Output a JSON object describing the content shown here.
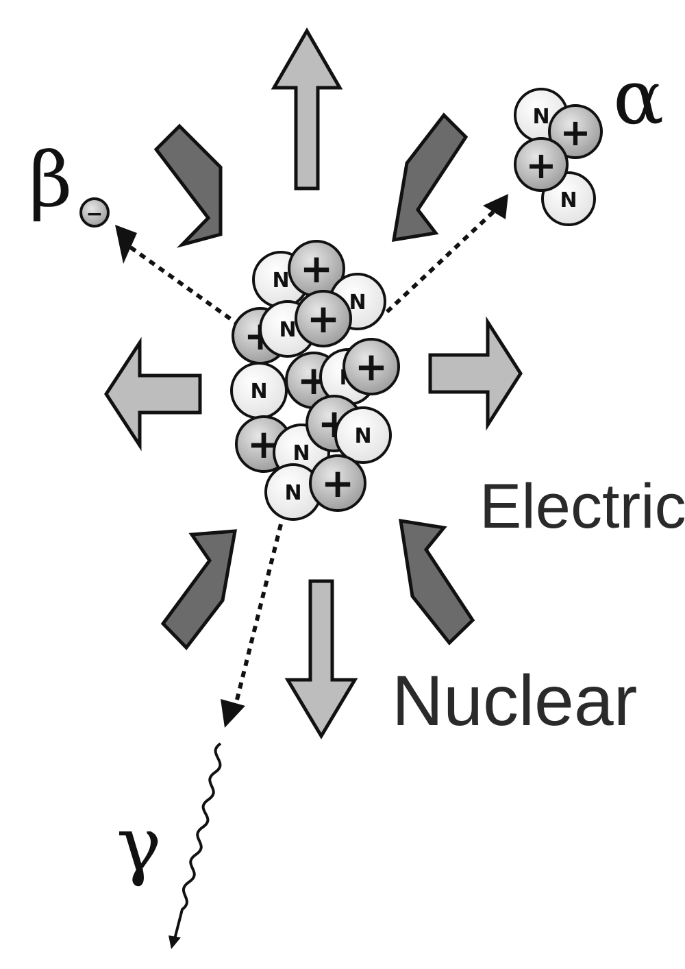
{
  "labels": {
    "alpha": "α",
    "beta": "β",
    "gamma": "γ",
    "electric": "Electric",
    "nuclear": "Nuclear"
  },
  "particles": {
    "neutron_letter": "N",
    "proton_symbol": "+",
    "electron_symbol": "−"
  },
  "colors": {
    "electric_arrow": "#bdbdbd",
    "nuclear_arrow": "#6b6b6b",
    "proton_fill": "#c4c4c4",
    "neutron_fill": "#ffffff",
    "outline": "#111111"
  }
}
